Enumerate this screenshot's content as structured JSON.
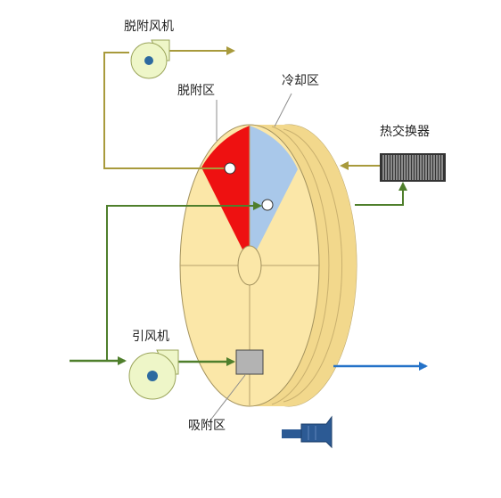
{
  "labels": {
    "desorption_fan": "脱附风机",
    "desorption_zone": "脱附区",
    "cooling_zone": "冷却区",
    "heat_exchanger": "热交换器",
    "induced_fan": "引风机",
    "adsorption_zone": "吸附区"
  },
  "colors": {
    "wheel_face": "#fbe7a8",
    "wheel_edge": "#f3d98a",
    "desorption_sector": "#ee1111",
    "cooling_sector": "#a9c8ea",
    "olive_pipe": "#a89a3c",
    "green_pipe": "#4f7f2c",
    "blue_pipe": "#2472c8",
    "fan_body": "#eef6c8",
    "fan_hub": "#2d6aa0",
    "adsorption_box": "#b3b3b3",
    "motor": "#2c5a94"
  },
  "icons": [
    "fan-icon",
    "heat-exchanger-icon",
    "motor-icon"
  ]
}
